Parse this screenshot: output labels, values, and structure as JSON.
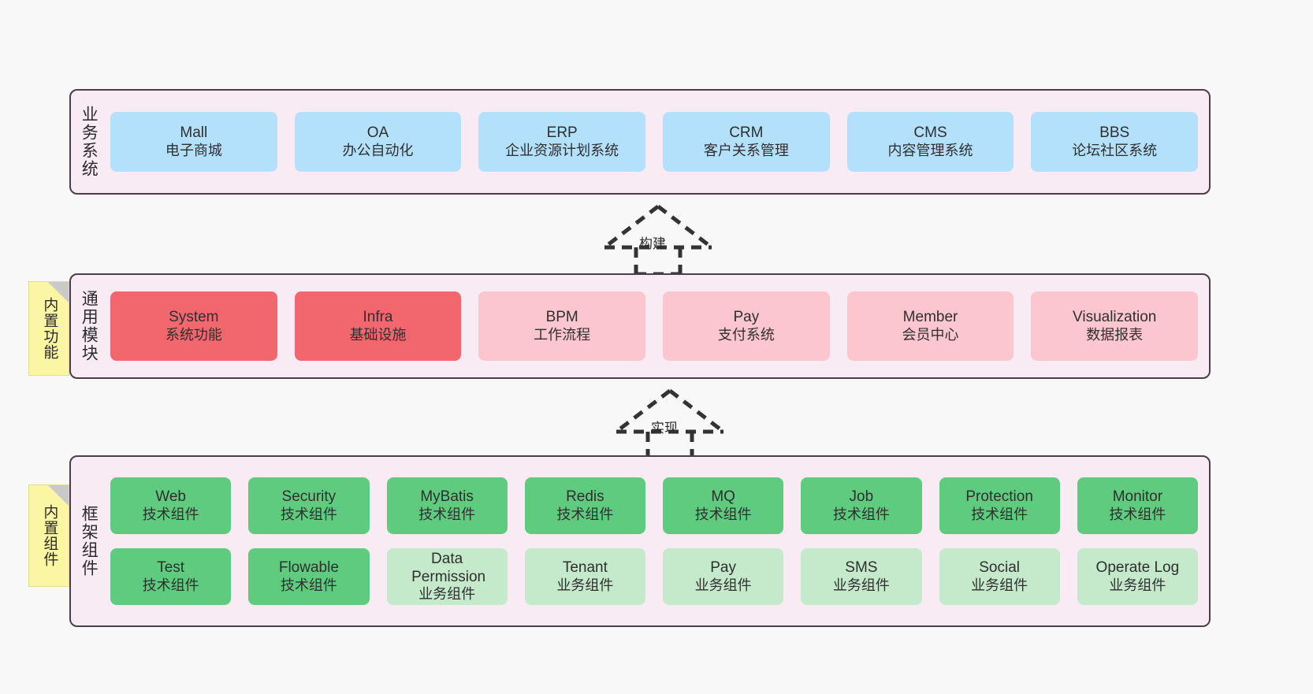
{
  "diagram": {
    "title_text_present": false,
    "background_color": "#f8f8f8",
    "layers": [
      {
        "id": "business-system",
        "title": "业务系统",
        "container_color": "#f9ebf4",
        "border_color": "#4a3f49",
        "rows": [
          {
            "cards": [
              {
                "en": "Mall",
                "cn": "电子商城",
                "color": "#b3e0fb",
                "tone": "blue"
              },
              {
                "en": "OA",
                "cn": "办公自动化",
                "color": "#b3e0fb",
                "tone": "blue"
              },
              {
                "en": "ERP",
                "cn": "企业资源计划系统",
                "color": "#b3e0fb",
                "tone": "blue"
              },
              {
                "en": "CRM",
                "cn": "客户关系管理",
                "color": "#b3e0fb",
                "tone": "blue"
              },
              {
                "en": "CMS",
                "cn": "内容管理系统",
                "color": "#b3e0fb",
                "tone": "blue"
              },
              {
                "en": "BBS",
                "cn": "论坛社区系统",
                "color": "#b3e0fb",
                "tone": "blue"
              }
            ]
          }
        ]
      },
      {
        "id": "common-module",
        "title": "通用模块",
        "note": "内置功能",
        "container_color": "#f9ebf4",
        "border_color": "#4a3f49",
        "rows": [
          {
            "cards": [
              {
                "en": "System",
                "cn": "系统功能",
                "color": "#f2676e",
                "tone": "red"
              },
              {
                "en": "Infra",
                "cn": "基础设施",
                "color": "#f2676e",
                "tone": "red"
              },
              {
                "en": "BPM",
                "cn": "工作流程",
                "color": "#fcc6ce",
                "tone": "pink"
              },
              {
                "en": "Pay",
                "cn": "支付系统",
                "color": "#fcc6ce",
                "tone": "pink"
              },
              {
                "en": "Member",
                "cn": "会员中心",
                "color": "#fcc6ce",
                "tone": "pink"
              },
              {
                "en": "Visualization",
                "cn": "数据报表",
                "color": "#fcc6ce",
                "tone": "pink"
              }
            ]
          }
        ]
      },
      {
        "id": "framework-component",
        "title": "框架组件",
        "note": "内置组件",
        "container_color": "#f9ebf4",
        "border_color": "#4a3f49",
        "rows": [
          {
            "cards": [
              {
                "en": "Web",
                "cn": "技术组件",
                "color": "#5fcb7e",
                "tone": "green"
              },
              {
                "en": "Security",
                "cn": "技术组件",
                "color": "#5fcb7e",
                "tone": "green"
              },
              {
                "en": "MyBatis",
                "cn": "技术组件",
                "color": "#5fcb7e",
                "tone": "green"
              },
              {
                "en": "Redis",
                "cn": "技术组件",
                "color": "#5fcb7e",
                "tone": "green"
              },
              {
                "en": "MQ",
                "cn": "技术组件",
                "color": "#5fcb7e",
                "tone": "green"
              },
              {
                "en": "Job",
                "cn": "技术组件",
                "color": "#5fcb7e",
                "tone": "green"
              },
              {
                "en": "Protection",
                "cn": "技术组件",
                "color": "#5fcb7e",
                "tone": "green"
              },
              {
                "en": "Monitor",
                "cn": "技术组件",
                "color": "#5fcb7e",
                "tone": "green"
              }
            ]
          },
          {
            "cards": [
              {
                "en": "Test",
                "cn": "技术组件",
                "color": "#5fcb7e",
                "tone": "green"
              },
              {
                "en": "Flowable",
                "cn": "技术组件",
                "color": "#5fcb7e",
                "tone": "green"
              },
              {
                "en": "Data Permission",
                "cn": "业务组件",
                "color": "#c4e9cb",
                "tone": "lightgreen"
              },
              {
                "en": "Tenant",
                "cn": "业务组件",
                "color": "#c4e9cb",
                "tone": "lightgreen"
              },
              {
                "en": "Pay",
                "cn": "业务组件",
                "color": "#c4e9cb",
                "tone": "lightgreen"
              },
              {
                "en": "SMS",
                "cn": "业务组件",
                "color": "#c4e9cb",
                "tone": "lightgreen"
              },
              {
                "en": "Social",
                "cn": "业务组件",
                "color": "#c4e9cb",
                "tone": "lightgreen"
              },
              {
                "en": "Operate Log",
                "cn": "业务组件",
                "color": "#c4e9cb",
                "tone": "lightgreen"
              }
            ]
          }
        ]
      }
    ],
    "connectors": [
      {
        "id": "build",
        "label": "构建",
        "style": "dashed-hollow-arrow-up",
        "from": "common-module",
        "to": "business-system"
      },
      {
        "id": "implement",
        "label": "实现",
        "style": "dashed-hollow-arrow-up",
        "from": "framework-component",
        "to": "common-module"
      }
    ]
  }
}
